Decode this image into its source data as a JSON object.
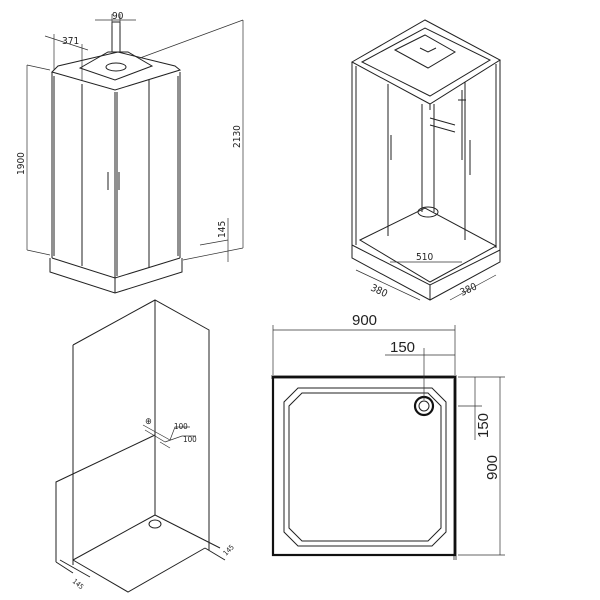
{
  "views": {
    "front_isometric": {
      "dims": {
        "pipe_width": "90",
        "roof_depth": "371",
        "height_cabin": "1900",
        "height_total": "2130",
        "tray_height": "145"
      }
    },
    "rear_isometric": {
      "dims": {
        "drain_spacing": "510",
        "left_depth": "380",
        "right_depth": "380"
      }
    },
    "installation_view": {
      "dims": {
        "mixer_offset_1": "100",
        "mixer_offset_2": "100",
        "base_left": "145",
        "base_right": "145"
      }
    },
    "tray_plan": {
      "dims": {
        "width": "900",
        "drain_x": "150",
        "drain_y": "150",
        "depth": "900"
      }
    }
  }
}
